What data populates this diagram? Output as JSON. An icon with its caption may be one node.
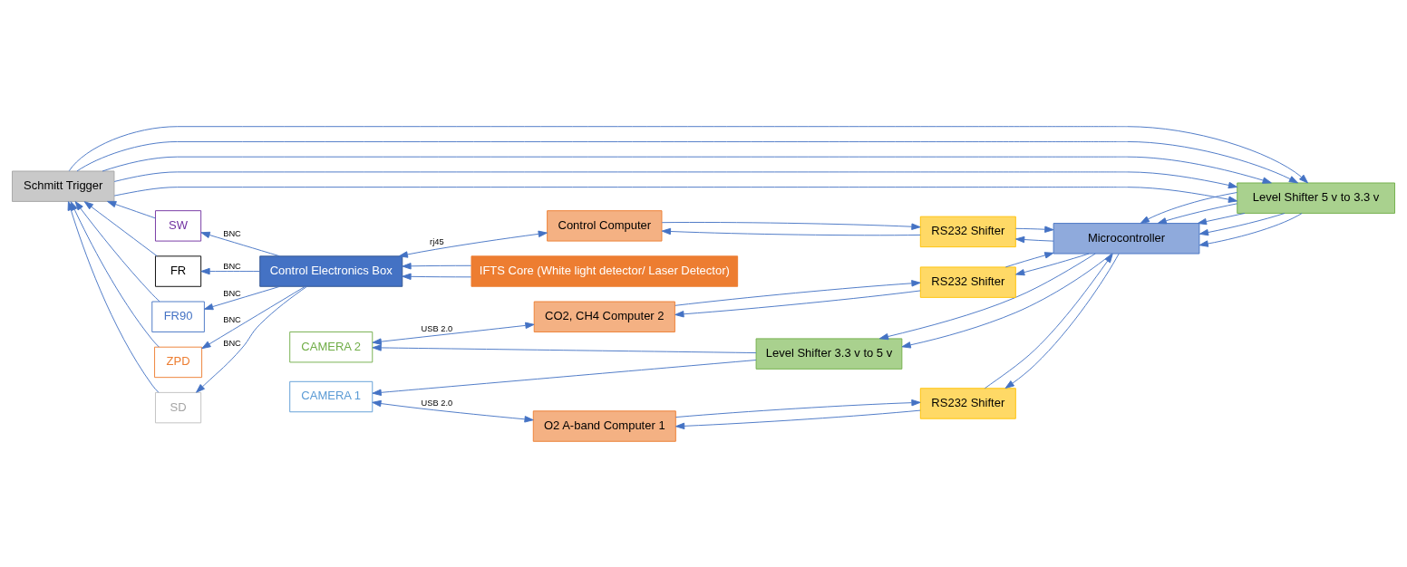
{
  "diagram": {
    "nodes": [
      {
        "text": [
          "Level Shifter 5 v to 3.3 v"
        ]
      },
      {
        "text": [
          "Schmitt Trigger"
        ]
      },
      {
        "text": [
          "FR"
        ]
      },
      {
        "text": [
          "FR90"
        ]
      },
      {
        "text": [
          "ZPD"
        ]
      },
      {
        "text": [
          "SD"
        ]
      },
      {
        "text": [
          "SW"
        ]
      },
      {
        "text": [
          "Control Electronics Box"
        ]
      },
      {
        "text": [
          "IFTS Core (White light detector/ Laser Detector)"
        ]
      },
      {
        "text": [
          "Control Computer"
        ]
      },
      {
        "text": [
          "RS232 Shifter"
        ]
      },
      {
        "text": [
          "Microcontroller"
        ]
      },
      {
        "text": [
          "CAMERA 1"
        ]
      },
      {
        "text": [
          "Level Shifter 3.3 v to 5 v"
        ]
      },
      {
        "text": [
          "O2 A-band Computer 1"
        ]
      },
      {
        "text": [
          "RS232 Shifter"
        ]
      },
      {
        "text": [
          "CAMERA 2"
        ]
      },
      {
        "text": [
          "CO2, CH4 Computer 2"
        ]
      },
      {
        "text": [
          "RS232 Shifter"
        ]
      }
    ],
    "edges": [
      {
        "from": 8,
        "to": 7,
        "arrow": "to"
      },
      {
        "from": 8,
        "to": 7,
        "arrow": "to"
      },
      {
        "from": 7,
        "to": 2,
        "arrow": "to",
        "label": "BNC"
      },
      {
        "from": 7,
        "to": 3,
        "arrow": "to",
        "label": "BNC"
      },
      {
        "from": 7,
        "to": 4,
        "arrow": "to",
        "label": "BNC"
      },
      {
        "from": 7,
        "to": 5,
        "arrow": "to",
        "label": "BNC"
      },
      {
        "from": 7,
        "to": 6,
        "arrow": "to",
        "label": "BNC"
      },
      {
        "from": 2,
        "to": 1,
        "arrow": "to"
      },
      {
        "from": 3,
        "to": 1,
        "arrow": "to"
      },
      {
        "from": 4,
        "to": 1,
        "arrow": "to"
      },
      {
        "from": 5,
        "to": 1,
        "arrow": "to"
      },
      {
        "from": 6,
        "to": 1,
        "arrow": "to"
      },
      {
        "from": 1,
        "to": 0,
        "arrow": "to"
      },
      {
        "from": 1,
        "to": 0,
        "arrow": "to"
      },
      {
        "from": 1,
        "to": 0,
        "arrow": "to"
      },
      {
        "from": 1,
        "to": 0,
        "arrow": "to"
      },
      {
        "from": 1,
        "to": 0,
        "arrow": "to"
      },
      {
        "from": 0,
        "to": 11,
        "arrow": "to"
      },
      {
        "from": 0,
        "to": 11,
        "arrow": "to"
      },
      {
        "from": 0,
        "to": 11,
        "arrow": "to"
      },
      {
        "from": 0,
        "to": 11,
        "arrow": "to"
      },
      {
        "from": 0,
        "to": 11,
        "arrow": "to"
      },
      {
        "from": 11,
        "to": 10,
        "arrow": "to"
      },
      {
        "from": 10,
        "to": 11,
        "arrow": "to"
      },
      {
        "from": 10,
        "to": 9,
        "arrow": "to"
      },
      {
        "from": 9,
        "to": 10,
        "arrow": "to"
      },
      {
        "from": 11,
        "to": 15,
        "arrow": "to"
      },
      {
        "from": 15,
        "to": 11,
        "arrow": "to"
      },
      {
        "from": 15,
        "to": 14,
        "arrow": "to"
      },
      {
        "from": 14,
        "to": 15,
        "arrow": "to"
      },
      {
        "from": 11,
        "to": 18,
        "arrow": "to"
      },
      {
        "from": 18,
        "to": 11,
        "arrow": "to"
      },
      {
        "from": 18,
        "to": 17,
        "arrow": "to"
      },
      {
        "from": 17,
        "to": 18,
        "arrow": "to"
      },
      {
        "from": 11,
        "to": 13,
        "arrow": "to"
      },
      {
        "from": 11,
        "to": 13,
        "arrow": "to"
      },
      {
        "from": 13,
        "to": 12,
        "arrow": "to"
      },
      {
        "from": 13,
        "to": 16,
        "arrow": "to"
      },
      {
        "from": 9,
        "to": 7,
        "arrow": "both",
        "label": "rj45"
      },
      {
        "from": 17,
        "to": 16,
        "arrow": "both",
        "label": "USB 2.0"
      },
      {
        "from": 14,
        "to": 12,
        "arrow": "both",
        "label": "USB 2.0"
      }
    ]
  }
}
